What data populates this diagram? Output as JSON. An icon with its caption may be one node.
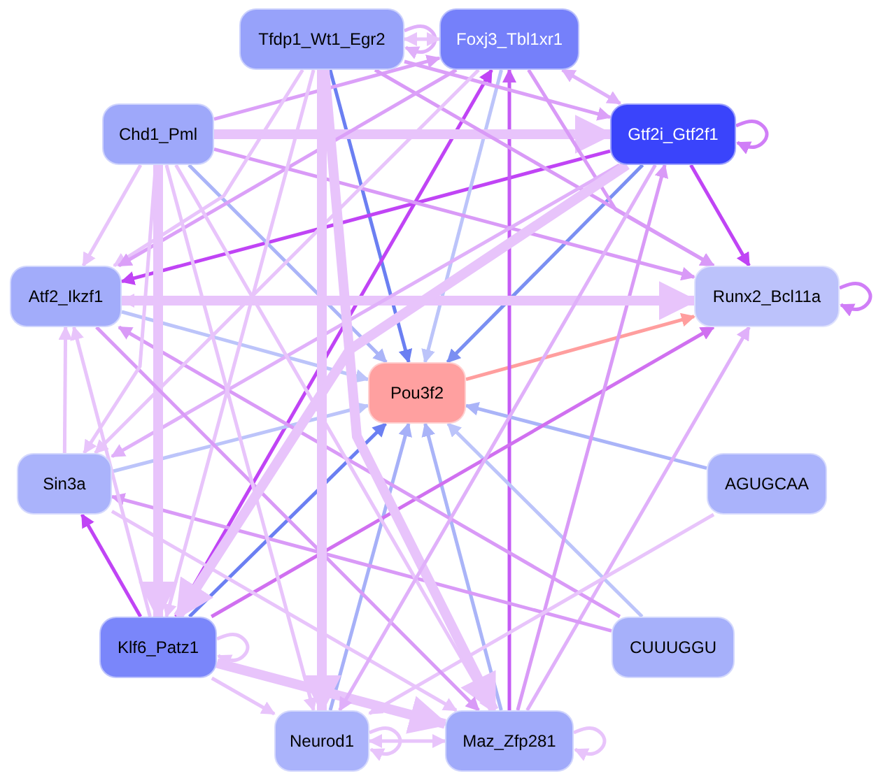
{
  "diagram": {
    "nodes": [
      {
        "text": [
          "Tfdp1_Wt1_Egr2"
        ]
      },
      {
        "text": [
          "Foxj3_Tbl1xr1"
        ]
      },
      {
        "text": [
          "Chd1_Pml"
        ]
      },
      {
        "text": [
          "Gtf2i_Gtf2f1"
        ]
      },
      {
        "text": [
          "Atf2_Ikzf1"
        ]
      },
      {
        "text": [
          "Runx2_Bcl11a"
        ]
      },
      {
        "text": [
          "Pou3f2"
        ]
      },
      {
        "text": [
          "Sin3a"
        ]
      },
      {
        "text": [
          "AGUGCAA"
        ]
      },
      {
        "text": [
          "Klf6_Patz1"
        ]
      },
      {
        "text": [
          "CUUUGGU"
        ]
      },
      {
        "text": [
          "Neurod1"
        ]
      },
      {
        "text": [
          "Maz_Zfp281"
        ]
      }
    ],
    "edges": [
      {
        "from": 0,
        "to": 6,
        "arrow": "to",
        "color": "#6b7ff2"
      },
      {
        "from": 3,
        "to": 6,
        "arrow": "to",
        "color": "#7b8ff2"
      },
      {
        "from": 9,
        "to": 6,
        "arrow": "to",
        "color": "#6b7ff2"
      },
      {
        "from": 6,
        "to": 5,
        "arrow": "to",
        "color": "#ff9e9e"
      },
      {
        "from": 3,
        "to": 5,
        "arrow": "to",
        "color": "#c044f5"
      },
      {
        "from": 3,
        "to": 4,
        "arrow": "to",
        "color": "#c044f5"
      },
      {
        "from": 9,
        "to": 7,
        "arrow": "to",
        "color": "#c044f5"
      },
      {
        "from": 12,
        "to": 1,
        "arrow": "to",
        "color": "#c55cf5"
      },
      {
        "from": 9,
        "to": 1,
        "arrow": "to",
        "color": "#c044f5"
      },
      {
        "from": 8,
        "to": 6,
        "arrow": "to",
        "color": "#aab4f8"
      },
      {
        "from": 10,
        "to": 6,
        "arrow": "to",
        "color": "#bcc4fa"
      },
      {
        "from": 11,
        "to": 6,
        "arrow": "to",
        "color": "#a6b0f8"
      },
      {
        "from": 12,
        "to": 6,
        "arrow": "to",
        "color": "#aab4f8"
      },
      {
        "from": 7,
        "to": 6,
        "arrow": "to",
        "color": "#bcc4fa"
      },
      {
        "from": 4,
        "to": 6,
        "arrow": "to",
        "color": "#bcc4fa"
      },
      {
        "from": 2,
        "to": 6,
        "arrow": "to",
        "color": "#aab4f8"
      },
      {
        "from": 1,
        "to": 6,
        "arrow": "to",
        "color": "#bcc4fa"
      },
      {
        "from": 9,
        "to": 5,
        "arrow": "to",
        "color": "#d070f0"
      },
      {
        "from": 12,
        "to": 3,
        "arrow": "to",
        "color": "#d99af7"
      },
      {
        "from": 12,
        "to": 5,
        "arrow": "to",
        "color": "#e0b0fa"
      },
      {
        "from": 10,
        "to": 7,
        "arrow": "to",
        "color": "#d99af7"
      },
      {
        "from": 10,
        "to": 4,
        "arrow": "to",
        "color": "#d99af7"
      },
      {
        "from": 8,
        "to": 11,
        "arrow": "to"
      },
      {
        "from": 0,
        "to": 0,
        "arrow": "to",
        "color": "#e0b0fa"
      },
      {
        "from": 3,
        "to": 3,
        "arrow": "to",
        "color": "#d07ef7"
      },
      {
        "from": 5,
        "to": 5,
        "arrow": "to",
        "color": "#d07ef7"
      },
      {
        "from": 9,
        "to": 9,
        "arrow": "to"
      },
      {
        "from": 11,
        "to": 11,
        "arrow": "to"
      },
      {
        "from": 12,
        "to": 12,
        "arrow": "to"
      },
      {
        "from": 0,
        "to": 1,
        "arrow": "both"
      },
      {
        "from": 1,
        "to": 3,
        "arrow": "both",
        "color": "#e0b0fa"
      },
      {
        "from": 2,
        "to": 3,
        "arrow": "to",
        "style": "thick"
      },
      {
        "from": 0,
        "to": 3,
        "arrow": "to",
        "color": "#dba0f8"
      },
      {
        "from": 2,
        "to": 1,
        "arrow": "to",
        "color": "#dba0f8"
      },
      {
        "from": 2,
        "to": 5,
        "arrow": "to",
        "color": "#d99af7"
      },
      {
        "from": 4,
        "to": 5,
        "arrow": "to",
        "style": "thick"
      },
      {
        "from": 5,
        "to": 4,
        "arrow": "to"
      },
      {
        "from": 1,
        "to": 5,
        "arrow": "to",
        "color": "#d99af7"
      },
      {
        "from": 0,
        "to": 5,
        "arrow": "to",
        "color": "#d99af7"
      },
      {
        "from": 2,
        "to": 4,
        "arrow": "to"
      },
      {
        "from": 0,
        "to": 4,
        "arrow": "to"
      },
      {
        "from": 1,
        "to": 4,
        "arrow": "to",
        "color": "#dba0f8"
      },
      {
        "from": 3,
        "to": 7,
        "arrow": "to",
        "color": "#e0b0fa"
      },
      {
        "from": 1,
        "to": 7,
        "arrow": "to"
      },
      {
        "from": 7,
        "to": 4,
        "arrow": "to"
      },
      {
        "from": 9,
        "to": 4,
        "arrow": "to"
      },
      {
        "from": 2,
        "to": 9,
        "arrow": "to",
        "style": "thick"
      },
      {
        "from": 0,
        "to": 9,
        "arrow": "to"
      },
      {
        "from": 9,
        "to": 11,
        "arrow": "to"
      },
      {
        "from": 9,
        "to": 12,
        "arrow": "to",
        "style": "thick"
      },
      {
        "from": 11,
        "to": 12,
        "arrow": "both"
      },
      {
        "from": 2,
        "to": 12,
        "arrow": "to"
      },
      {
        "from": 0,
        "to": 12,
        "arrow": "to",
        "style": "thick"
      },
      {
        "from": 4,
        "to": 12,
        "arrow": "to",
        "color": "#d99af7"
      },
      {
        "from": 7,
        "to": 12,
        "arrow": "to"
      },
      {
        "from": 2,
        "to": 11,
        "arrow": "to"
      },
      {
        "from": 2,
        "to": 7,
        "arrow": "to"
      },
      {
        "from": 0,
        "to": 11,
        "arrow": "to",
        "style": "thick"
      },
      {
        "from": 3,
        "to": 9,
        "arrow": "to",
        "style": "thick"
      },
      {
        "from": 3,
        "to": 11,
        "arrow": "to",
        "color": "#e0b0fa"
      }
    ]
  }
}
